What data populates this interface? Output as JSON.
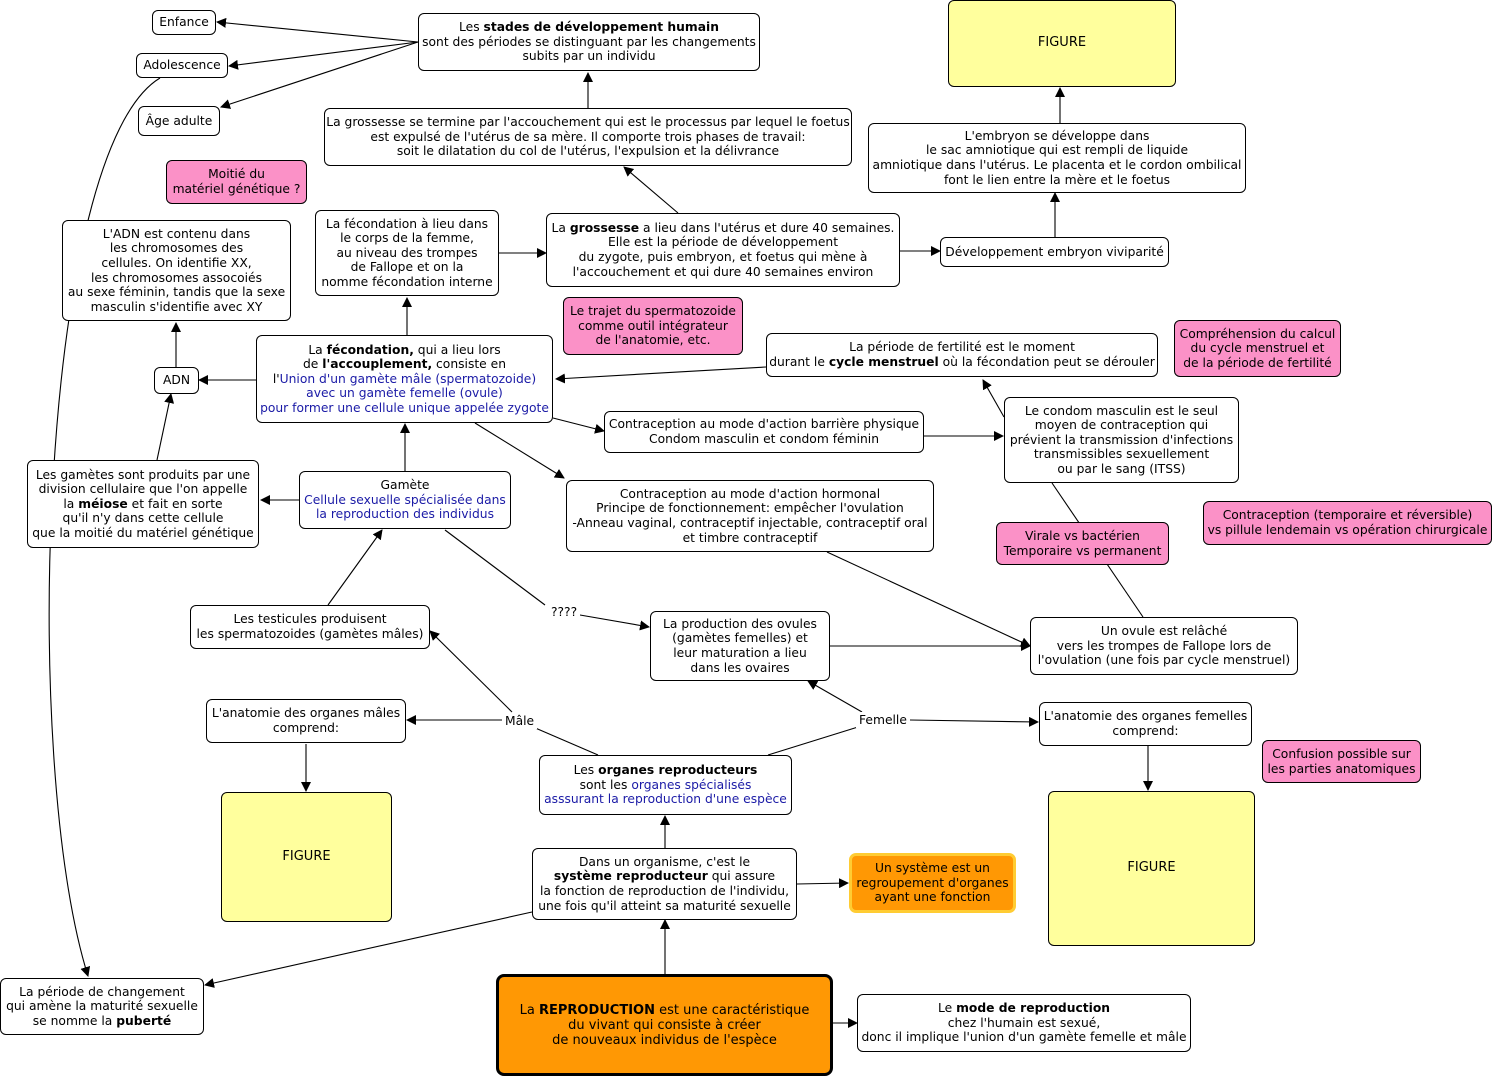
{
  "nodes": {
    "enfance": [
      "Enfance"
    ],
    "adolescence": [
      "Adolescence"
    ],
    "age_adulte": [
      "Âge adulte"
    ],
    "stades": [
      [
        "Les ",
        "b:stades de développement humain"
      ],
      "sont des périodes se distinguant par les changements",
      "subits par un individu"
    ],
    "figure_top": [
      "FIGURE"
    ],
    "grossesse_fin": [
      "La grossesse se termine par l'accouchement qui est le processus par lequel le foetus",
      "est expulsé de l'utérus de sa mère. Il comporte trois phases de travail:",
      "soit le dilatation du col de l'utérus, l'expulsion et la délivrance"
    ],
    "embryon_sac": [
      "L'embryon se développe dans",
      "le sac amniotique qui est rempli de liquide",
      "amniotique dans l'utérus. Le placenta et le cordon ombilical",
      "font le lien entre la mère et le foetus"
    ],
    "moitie": [
      "Moitié du",
      "matériel génétique ?"
    ],
    "fecondation_lieu": [
      "La fécondation à lieu dans",
      "le corps de la femme,",
      "au niveau des trompes",
      "de Fallope et on la",
      "nomme fécondation interne"
    ],
    "grossesse": [
      [
        "La ",
        "b:grossesse",
        " a lieu dans l'utérus et dure 40 semaines."
      ],
      "Elle est la période de développement",
      "du zygote, puis embryon, et foetus qui mène à",
      "l'accouchement et qui dure 40 semaines environ"
    ],
    "dev_embryon": [
      "Développement embryon viviparité"
    ],
    "adn_info": [
      "L'ADN est contenu dans",
      "les chromosomes des",
      "cellules. On identifie XX,",
      "les chromosomes assocoiés",
      "au sexe féminin, tandis que la sexe",
      "masculin s'identifie avec XY"
    ],
    "trajet": [
      "Le trajet du spermatozoide",
      "comme outil intégrateur",
      "de l'anatomie, etc."
    ],
    "adn": [
      "ADN"
    ],
    "fecondation": [
      [
        "La ",
        "b:fécondation,",
        " qui a lieu lors"
      ],
      [
        "de ",
        "b:l'accouplement,",
        " consiste en"
      ],
      [
        "l'",
        "u:Union d'un gamète mâle (spermatozoide)"
      ],
      [
        "u:avec un gamète femelle (ovule)"
      ],
      [
        "u:pour former une cellule unique appelée zygote"
      ]
    ],
    "periode_fertilite": [
      "La période de fertilité est le moment",
      [
        "durant le ",
        "b:cycle menstruel",
        " où la fécondation peut se dérouler"
      ]
    ],
    "comprehension": [
      "Compréhension du calcul",
      "du cycle menstruel et",
      "de la période de fertilité"
    ],
    "contra_barriere": [
      "Contraception au mode d'action barrière physique",
      "Condom masculin et condom féminin"
    ],
    "condom": [
      "Le condom masculin est le seul",
      "moyen de contraception qui",
      "prévient la transmission d'infections",
      "transmissibles sexuellement",
      "ou par le sang (ITSS)"
    ],
    "gametes_meiose": [
      "Les gamètes sont produits par une",
      "division cellulaire que l'on appelle",
      [
        "la ",
        "b:méiose",
        " et fait en sorte"
      ],
      "qu'il n'y dans cette cellule",
      "que la moitié du matériel génétique"
    ],
    "gamete": [
      "Gamète",
      [
        "u:Cellule sexuelle spécialisée dans"
      ],
      [
        "u:la reproduction des individus"
      ]
    ],
    "contra_hormonal": [
      "Contraception au mode d'action hormonal",
      "Principe de fonctionnement: empêcher l'ovulation",
      "-Anneau vaginal, contraceptif injectable, contraceptif oral",
      "et timbre contraceptif"
    ],
    "contra_temp": [
      "Contraception (temporaire et réversible)",
      "vs pillule lendemain vs opération chirurgicale"
    ],
    "virale": [
      "Virale vs bactérien",
      "Temporaire vs permanent"
    ],
    "testicules": [
      "Les testicules produisent",
      "les spermatozoides (gamètes mâles)"
    ],
    "ovules_prod": [
      "La production des ovules",
      "(gamètes femelles) et",
      "leur maturation a lieu",
      "dans les ovaires"
    ],
    "ovule_relache": [
      "Un ovule est relâché",
      "vers les trompes de Fallope lors de",
      "l'ovulation (une fois par cycle menstruel)"
    ],
    "anat_males": [
      "L'anatomie des organes mâles",
      "comprend:"
    ],
    "anat_femelles": [
      "L'anatomie des organes femelles",
      "comprend:"
    ],
    "confusion": [
      "Confusion possible sur",
      "les parties anatomiques"
    ],
    "organes": [
      [
        "Les ",
        "b:organes reproducteurs"
      ],
      [
        "sont les ",
        "u:organes spécialisés"
      ],
      [
        "u:asssurant la reproduction d'une espèce"
      ]
    ],
    "figure_left": [
      "FIGURE"
    ],
    "figure_right": [
      "FIGURE"
    ],
    "systeme": [
      "Dans un organisme, c'est le",
      [
        "b:système reproducteur",
        " qui assure"
      ],
      "la fonction de reproduction de l'individu,",
      "une fois qu'il atteint sa maturité sexuelle"
    ],
    "un_systeme": [
      "Un système est un",
      "regroupement d'organes",
      "ayant une fonction"
    ],
    "puberte": [
      "La période de changement",
      "qui amène la maturité sexuelle",
      [
        "se nomme la ",
        "b:puberté"
      ]
    ],
    "reproduction": [
      [
        "La ",
        "b:REPRODUCTION",
        " est une caractéristique"
      ],
      "du vivant qui consiste à créer",
      "de nouveaux individus de l'espèce"
    ],
    "mode_repro": [
      [
        "Le ",
        "b:mode de reproduction"
      ],
      "chez l'humain est sexué,",
      "donc il implique l'union d'un gamète femelle et mâle"
    ]
  },
  "labels": {
    "male": "Mâle",
    "femelle": "Femelle",
    "question": "????"
  },
  "colors": {
    "pink": "#fb91c7",
    "yellow": "#ffff9d",
    "orange": "#ff9804",
    "orange_border": "#ffcc33",
    "link_text": "#1a1aa6"
  }
}
